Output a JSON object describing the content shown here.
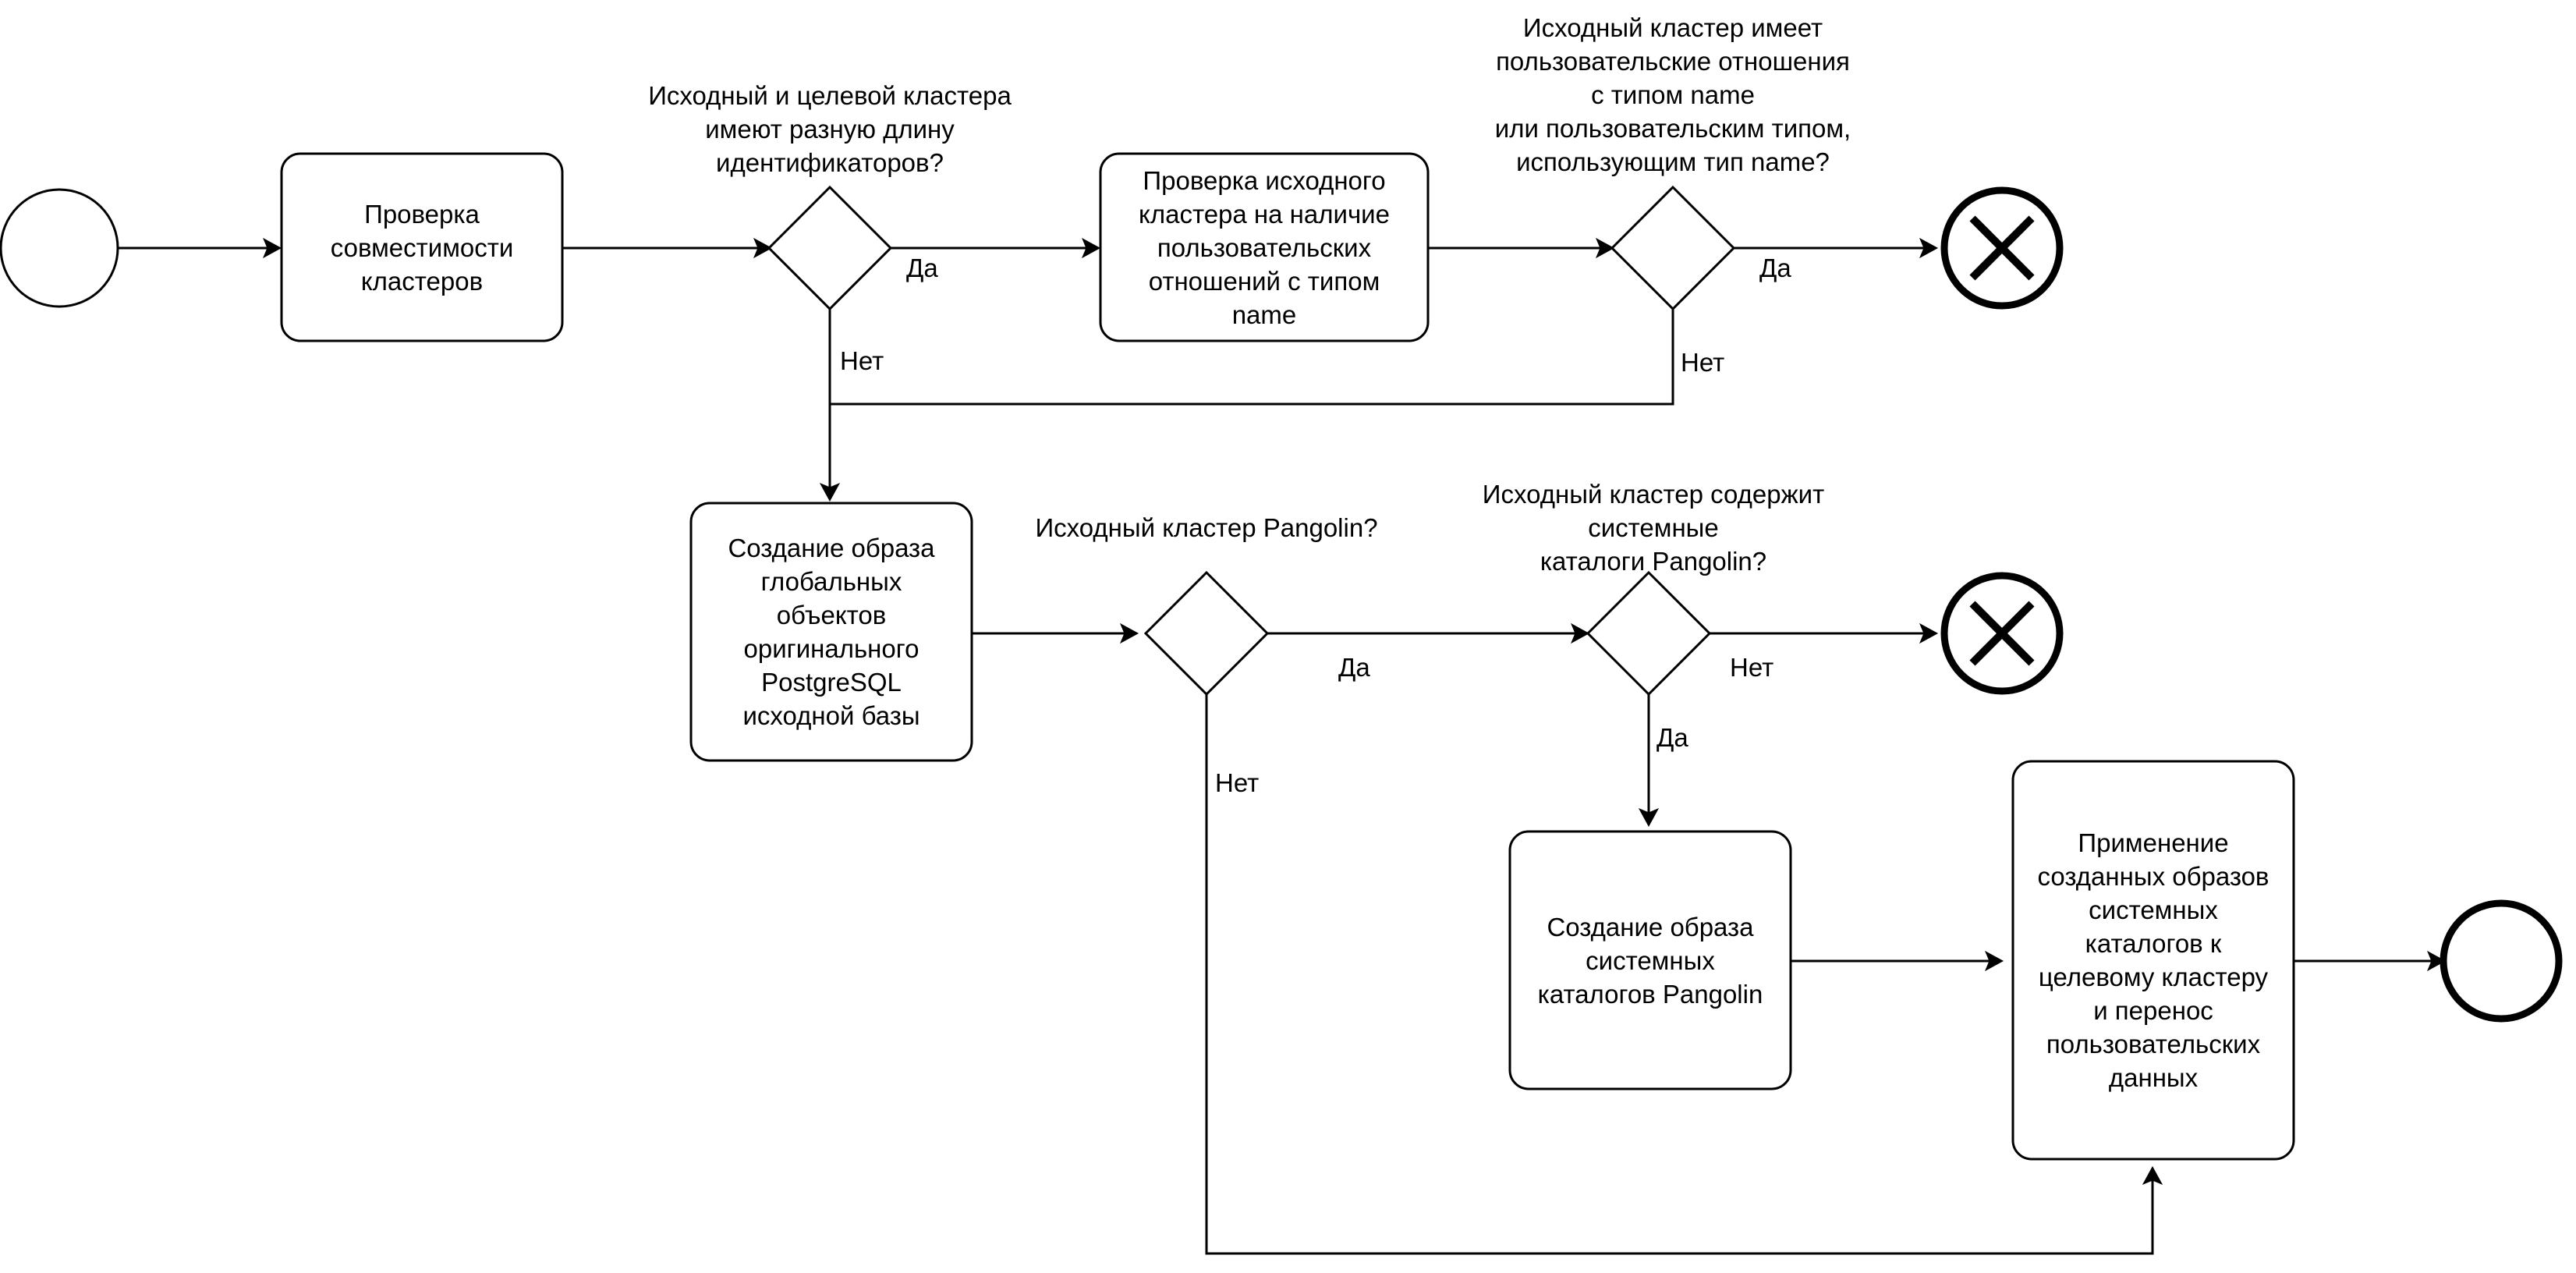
{
  "nodes": {
    "start_event": {},
    "task_compat": {
      "label": "Проверка\nсовместимости\nкластеров"
    },
    "gw_identifiers": {
      "question": "Исходный и целевой кластера\nимеют разную длину\nидентификаторов?"
    },
    "task_check_name": {
      "label": "Проверка исходного\nкластера на наличие\nпользовательских\nотношений с типом\nname"
    },
    "gw_name_type": {
      "question": "Исходный кластер имеет\nпользовательские отношения\nс типом name\nили пользовательским типом,\nиспользующим тип name?"
    },
    "end_error_1": {},
    "task_global_image": {
      "label": "Создание образа\nглобальных\nобъектов\nоригинального\nPostgreSQL\nисходной базы"
    },
    "gw_pangolin": {
      "question": "Исходный кластер Pangolin?"
    },
    "gw_sys_catalogs": {
      "question": "Исходный кластер содержит\nсистемные\nкаталоги Pangolin?"
    },
    "end_error_2": {},
    "task_sys_image": {
      "label": "Создание образа\nсистемных\nкаталогов Pangolin"
    },
    "task_apply": {
      "label": "Применение\nсозданных образов\nсистемных\nкаталогов к\nцелевому кластеру\nи перенос\nпользовательских\nданных"
    },
    "end_event": {}
  },
  "edges": {
    "gw1_yes": "Да",
    "gw1_no": "Нет",
    "gw2_yes": "Да",
    "gw2_no": "Нет",
    "gw3_yes": "Да",
    "gw3_no": "Нет",
    "gw4_no": "Нет",
    "gw4_yes": "Да"
  },
  "colors": {
    "stroke": "#000000",
    "fill": "#ffffff"
  }
}
